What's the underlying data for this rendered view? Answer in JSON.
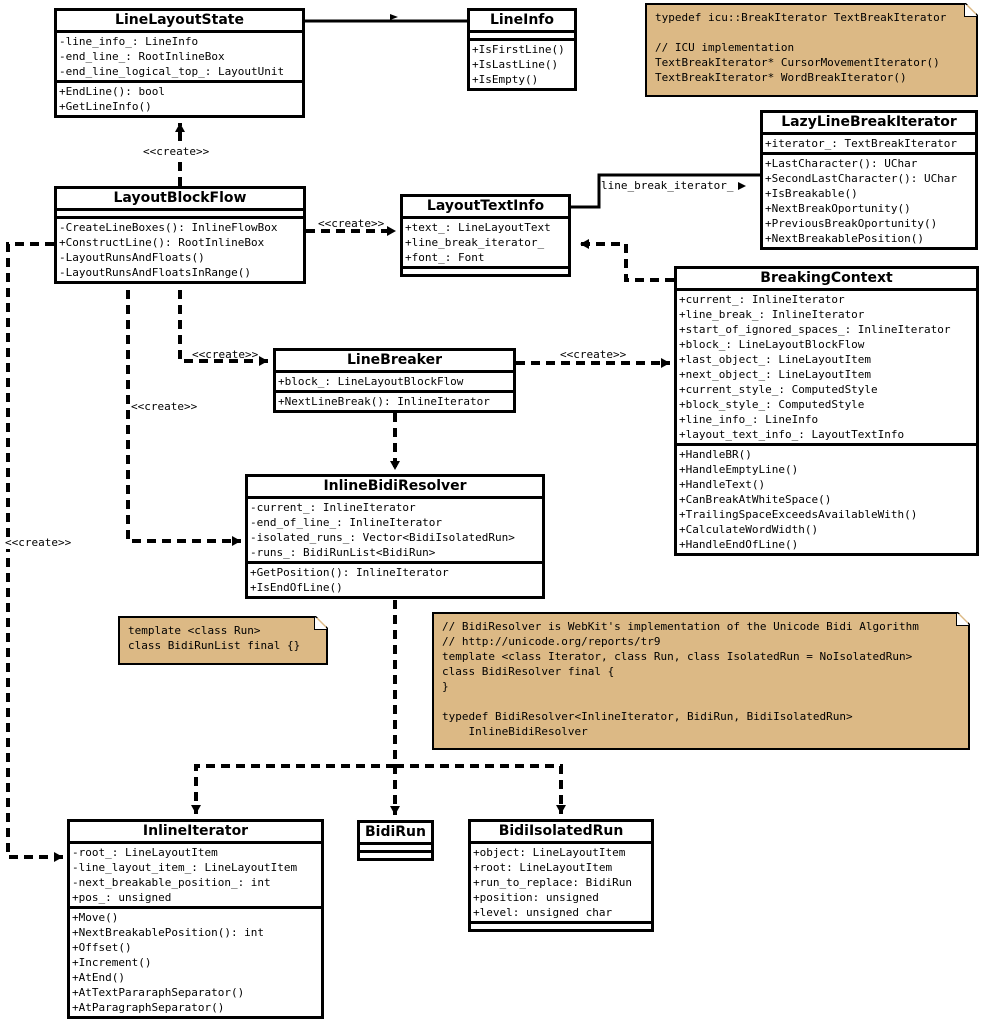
{
  "classes": {
    "line_layout_state": {
      "name": "LineLayoutState",
      "attributes": [
        "-line_info_: LineInfo",
        "-end_line_: RootInlineBox",
        "-end_line_logical_top_: LayoutUnit"
      ],
      "methods": [
        "+EndLine(): bool",
        "+GetLineInfo()"
      ]
    },
    "line_info": {
      "name": "LineInfo",
      "attributes": [],
      "methods": [
        "+IsFirstLine()",
        "+IsLastLine()",
        "+IsEmpty()"
      ]
    },
    "lazy_line_break_iterator": {
      "name": "LazyLineBreakIterator",
      "attributes": [
        "+iterator_: TextBreakIterator"
      ],
      "methods": [
        "+LastCharacter(): UChar",
        "+SecondLastCharacter(): UChar",
        "+IsBreakable()",
        "+NextBreakOportunity()",
        "+PreviousBreakOportunity()",
        "+NextBreakablePosition()"
      ]
    },
    "layout_block_flow": {
      "name": "LayoutBlockFlow",
      "attributes": [],
      "methods": [
        "-CreateLineBoxes(): InlineFlowBox",
        "+ConstructLine(): RootInlineBox",
        "-LayoutRunsAndFloats()",
        "-LayoutRunsAndFloatsInRange()"
      ]
    },
    "layout_text_info": {
      "name": "LayoutTextInfo",
      "attributes": [
        "+text_: LineLayoutText",
        "+line_break_iterator_",
        "+font_: Font"
      ],
      "methods": []
    },
    "breaking_context": {
      "name": "BreakingContext",
      "attributes": [
        "+current_: InlineIterator",
        "+line_break_: InlineIterator",
        "+start_of_ignored_spaces_: InlineIterator",
        "+block_: LineLayoutBlockFlow",
        "+last_object_: LineLayoutItem",
        "+next_object_: LineLayoutItem",
        "+current_style_: ComputedStyle",
        "+block_style_: ComputedStyle",
        "+line_info_: LineInfo",
        "+layout_text_info_: LayoutTextInfo"
      ],
      "methods": [
        "+HandleBR()",
        "+HandleEmptyLine()",
        "+HandleText()",
        "+CanBreakAtWhiteSpace()",
        "+TrailingSpaceExceedsAvailableWith()",
        "+CalculateWordWidth()",
        "+HandleEndOfLine()"
      ]
    },
    "line_breaker": {
      "name": "LineBreaker",
      "attributes": [
        "+block_: LineLayoutBlockFlow"
      ],
      "methods": [
        "+NextLineBreak(): InlineIterator"
      ]
    },
    "inline_bidi_resolver": {
      "name": "InlineBidiResolver",
      "attributes": [
        "-current_: InlineIterator",
        "-end_of_line_: InlineIterator",
        "-isolated_runs_: Vector<BidiIsolatedRun>",
        "-runs_: BidiRunList<BidiRun>"
      ],
      "methods": [
        "+GetPosition(): InlineIterator",
        "+IsEndOfLine()"
      ]
    },
    "inline_iterator": {
      "name": "InlineIterator",
      "attributes": [
        "-root_: LineLayoutItem",
        "-line_layout_item_: LineLayoutItem",
        "-next_breakable_position_: int",
        "+pos_: unsigned"
      ],
      "methods": [
        "+Move()",
        "+NextBreakablePosition(): int",
        "+Offset()",
        "+Increment()",
        "+AtEnd()",
        "+AtTextPararaphSeparator()",
        "+AtParagraphSeparator()"
      ]
    },
    "bidi_run": {
      "name": "BidiRun",
      "attributes": [],
      "methods": []
    },
    "bidi_isolated_run": {
      "name": "BidiIsolatedRun",
      "attributes": [
        "+object: LineLayoutItem",
        "+root: LineLayoutItem",
        "+run_to_replace: BidiRun",
        "+position: unsigned",
        "+level: unsigned char"
      ],
      "methods": []
    }
  },
  "notes": {
    "text_break_iterator": "typedef icu::BreakIterator TextBreakIterator\n\n// ICU implementation\nTextBreakIterator* CursorMovementIterator()\nTextBreakIterator* WordBreakIterator()",
    "bidi_run_list": "template <class Run>\nclass BidiRunList final {}",
    "bidi_resolver": "// BidiResolver is WebKit's implementation of the Unicode Bidi Algorithm\n// http://unicode.org/reports/tr9\ntemplate <class Iterator, class Run, class IsolatedRun = NoIsolatedRun>\nclass BidiResolver final {\n}\n\ntypedef BidiResolver<InlineIterator, BidiRun, BidiIsolatedRun>\n    InlineBidiResolver"
  },
  "edge_labels": {
    "create_state": "<<create>>",
    "create_text_info": "<<create>>",
    "create_line_breaker": "<<create>>",
    "create_resolver": "<<create>>",
    "create_context": "<<create>>",
    "create_iterator": "<<create>>",
    "line_break_iterator": "line_break_iterator_"
  },
  "colors": {
    "note_fill": "#dcb985",
    "line": "#000000",
    "background": "#ffffff"
  }
}
